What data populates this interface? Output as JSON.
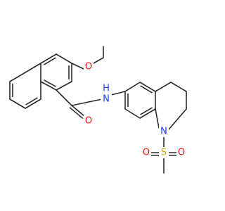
{
  "colors": {
    "bond": "#2b2b2b",
    "oxygen": "#ff0d0d",
    "nitrogen": "#1f3bff",
    "sulfur": "#c8a400",
    "hydrogen": "#1f3bff"
  },
  "atoms": {
    "ether_oxygen": "O",
    "carbonyl_oxygen": "O",
    "amide_nitrogen": "N",
    "amide_hydrogen": "H",
    "ring_nitrogen": "N",
    "sulfur": "S",
    "sulfonyl_oxygen_left": "O",
    "sulfonyl_oxygen_right": "O"
  }
}
